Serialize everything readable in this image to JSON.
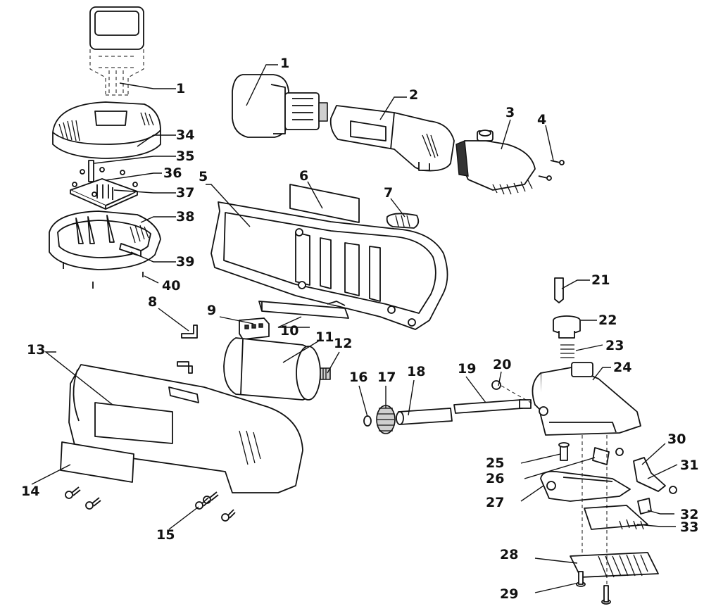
{
  "diagram": {
    "callouts": [
      {
        "id": "c1a",
        "label": "1"
      },
      {
        "id": "c1b",
        "label": "1"
      },
      {
        "id": "c2",
        "label": "2"
      },
      {
        "id": "c3",
        "label": "3"
      },
      {
        "id": "c4",
        "label": "4"
      },
      {
        "id": "c5",
        "label": "5"
      },
      {
        "id": "c6",
        "label": "6"
      },
      {
        "id": "c7",
        "label": "7"
      },
      {
        "id": "c8",
        "label": "8"
      },
      {
        "id": "c9",
        "label": "9"
      },
      {
        "id": "c10",
        "label": "10"
      },
      {
        "id": "c11",
        "label": "11"
      },
      {
        "id": "c12",
        "label": "12"
      },
      {
        "id": "c13",
        "label": "13"
      },
      {
        "id": "c14",
        "label": "14"
      },
      {
        "id": "c15",
        "label": "15"
      },
      {
        "id": "c16",
        "label": "16"
      },
      {
        "id": "c17",
        "label": "17"
      },
      {
        "id": "c18",
        "label": "18"
      },
      {
        "id": "c19",
        "label": "19"
      },
      {
        "id": "c20",
        "label": "20"
      },
      {
        "id": "c21",
        "label": "21"
      },
      {
        "id": "c22",
        "label": "22"
      },
      {
        "id": "c23",
        "label": "23"
      },
      {
        "id": "c24",
        "label": "24"
      },
      {
        "id": "c25",
        "label": "25"
      },
      {
        "id": "c26",
        "label": "26"
      },
      {
        "id": "c27",
        "label": "27"
      },
      {
        "id": "c28",
        "label": "28"
      },
      {
        "id": "c29",
        "label": "29"
      },
      {
        "id": "c30",
        "label": "30"
      },
      {
        "id": "c31",
        "label": "31"
      },
      {
        "id": "c32",
        "label": "32"
      },
      {
        "id": "c33",
        "label": "33"
      },
      {
        "id": "c34",
        "label": "34"
      },
      {
        "id": "c35",
        "label": "35"
      },
      {
        "id": "c36",
        "label": "36"
      },
      {
        "id": "c37",
        "label": "37"
      },
      {
        "id": "c38",
        "label": "38"
      },
      {
        "id": "c39",
        "label": "39"
      },
      {
        "id": "c40",
        "label": "40"
      }
    ]
  }
}
